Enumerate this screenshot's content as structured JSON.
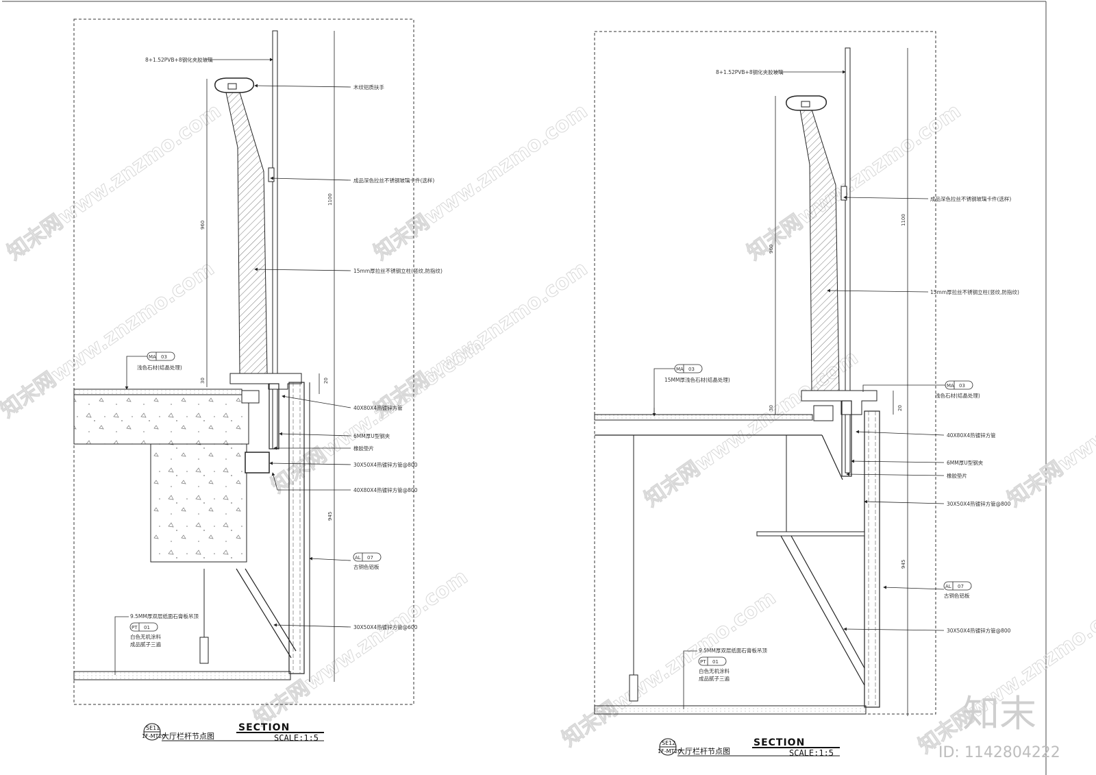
{
  "sheet": {
    "watermark_text": "知末网www.znzmo.com",
    "logo_text": "知末",
    "id_text": "ID: 1142804222"
  },
  "left_detail": {
    "labels": {
      "glass": "8+1.52PVB+8钢化夹胶玻璃",
      "handrail": "木纹铝质扶手",
      "clamp": "成品深色拉丝不锈钢玻璃卡件(选样)",
      "post": "15mm厚拉丝不锈钢立柱(竖纹,防指纹)",
      "stone": "浅色石材(结晶处理)",
      "tube1": "40X80X4热镀锌方管",
      "u_clip": "6MM厚U型钢夹",
      "rubber": "橡胶垫片",
      "tube2": "30X50X4热镀锌方管@800",
      "tube3": "40X80X4热镀锌方管@800",
      "aluminum": "古铜色铝板",
      "tube4": "30X50X4热镀锌方管@600",
      "ceiling_board": "9.5MM厚双层纸面石膏板吊顶",
      "paint": "白色无机涂料",
      "putty": "成品腻子三遍"
    },
    "tags": {
      "ma_code": "MA",
      "ma_num": "03",
      "al_code": "AL",
      "al_num": "07",
      "pt_code": "PT",
      "pt_num": "01"
    },
    "dims": {
      "h1100": "1100",
      "h960": "960",
      "h30": "30",
      "h20": "20",
      "h945": "945"
    },
    "title": {
      "ref_top": "SE11",
      "ref_bottom": "1F-MT20",
      "name": "大厅栏杆节点图",
      "section": "SECTION",
      "scale": "SCALE:1:5"
    }
  },
  "right_detail": {
    "labels": {
      "glass": "8+1.52PVB+8钢化夹胶玻璃",
      "clamp": "成品深色拉丝不锈钢玻璃卡件(选样)",
      "post": "15mm厚拉丝不锈钢立柱(竖纹,防指纹)",
      "stone": "15MM厚浅色石材(结晶处理)",
      "stone2": "浅色石材(结晶处理)",
      "tube1": "40X80X4热镀锌方管",
      "u_clip": "6MM厚U型钢夹",
      "rubber": "橡胶垫片",
      "tube2": "30X50X4热镀锌方管@800",
      "aluminum": "古铜色铝板",
      "tube4": "30X50X4热镀锌方管@800",
      "ceiling_board": "9.5MM厚双层纸面石膏板吊顶",
      "paint": "白色无机涂料",
      "putty": "成品腻子三遍"
    },
    "tags": {
      "ma_code": "MA",
      "ma_num": "03",
      "ma2_code": "MA",
      "ma2_num": "03",
      "al_code": "AL",
      "al_num": "07",
      "pt_code": "PT",
      "pt_num": "01"
    },
    "dims": {
      "h1100": "1100",
      "h960": "960",
      "h30": "30",
      "h20": "20",
      "h945": "945"
    },
    "title": {
      "ref_top": "SE12",
      "ref_bottom": "1F-MT20",
      "name": "大厅栏杆节点图",
      "section": "SECTION",
      "scale": "SCALE:1:5"
    }
  }
}
